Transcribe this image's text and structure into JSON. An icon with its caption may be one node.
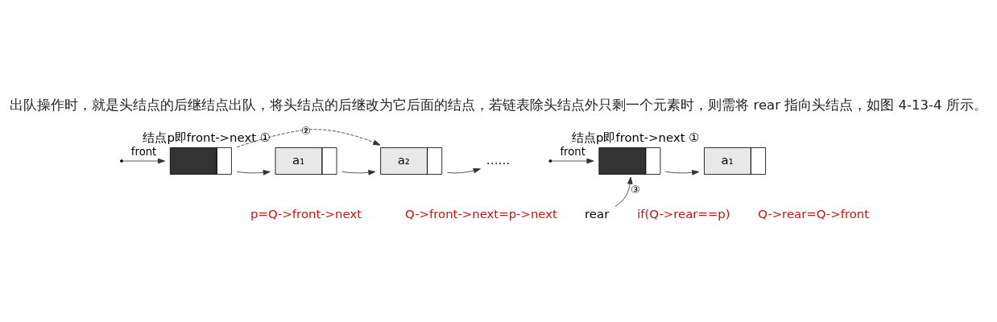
{
  "diagram": {
    "nodes": [
      {
        "text": [],
        "shape": "box"
      },
      {
        "text": [
          "a₁"
        ],
        "beside": [
          "结点p即front->next ①"
        ]
      },
      {
        "text": [
          "a₂"
        ]
      },
      {
        "text": [
          "……"
        ]
      },
      {
        "text": [],
        "shape": "box"
      },
      {
        "text": [
          "a₁"
        ],
        "beside": [
          "结点p即front->next ①"
        ]
      },
      {
        "text": [
          "rear"
        ]
      }
    ],
    "edges": [
      {
        "from": null,
        "to": 0,
        "arrow": "to",
        "label": "front"
      },
      {
        "from": 0,
        "to": 1,
        "arrow": "to"
      },
      {
        "from": 1,
        "to": 2,
        "arrow": "to"
      },
      {
        "from": 2,
        "to": 3,
        "arrow": "to"
      },
      {
        "from": 0,
        "to": 2,
        "arrow": "to",
        "style": "dashed",
        "label": "②"
      },
      {
        "from": null,
        "to": 4,
        "arrow": "to",
        "label": "front"
      },
      {
        "from": 4,
        "to": 5,
        "arrow": "to"
      },
      {
        "from": 6,
        "to": 4,
        "arrow": "to",
        "label": "③"
      }
    ],
    "labels": [
      "出队操作时，就是头结点的后继结点出队，将头结点的后继改为它后面的结点，若链表除头结点外只剩一个元素时，则需将 rear 指向头结点，如图 4-13-4 所示。",
      "p=Q->front->next",
      "Q->front->next=p->next",
      "if(Q->rear==p)",
      "Q->rear=Q->front"
    ]
  }
}
